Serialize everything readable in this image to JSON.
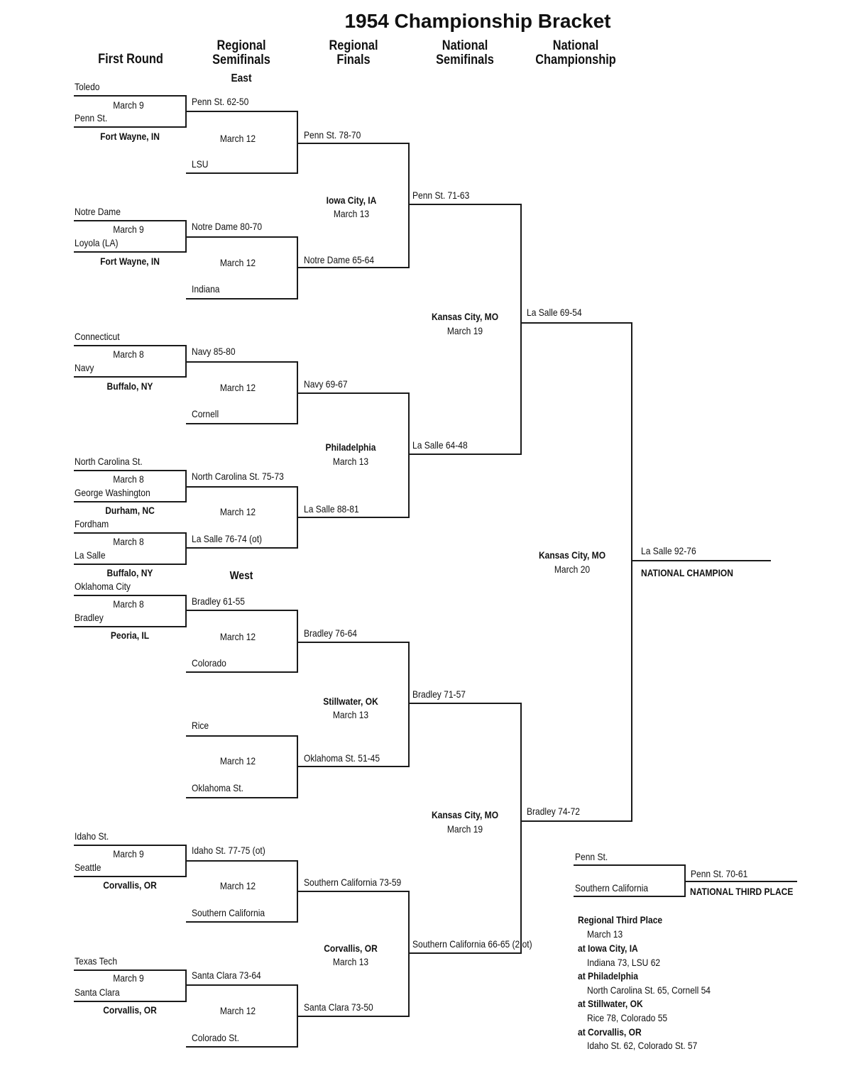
{
  "title": "1954 Championship Bracket",
  "headers": {
    "r1": "First Round",
    "r2a": "Regional",
    "r2b": "Semifinals",
    "r3a": "Regional",
    "r3b": "Finals",
    "r4a": "National",
    "r4b": "Semifinals",
    "r5a": "National",
    "r5b": "Championship"
  },
  "regions": {
    "east": "East",
    "west": "West"
  },
  "first_round": [
    {
      "top": "Toledo",
      "bottom": "Penn St.",
      "date": "March 9",
      "site": "Fort Wayne, IN"
    },
    {
      "top": "Notre Dame",
      "bottom": "Loyola (LA)",
      "date": "March 9",
      "site": "Fort Wayne, IN"
    },
    {
      "top": "Connecticut",
      "bottom": "Navy",
      "date": "March 8",
      "site": "Buffalo, NY"
    },
    {
      "top": "North Carolina St.",
      "bottom": "George Washington",
      "date": "March 8",
      "site": "Durham, NC"
    },
    {
      "top": "Fordham",
      "bottom": "La Salle",
      "date": "March 8",
      "site": "Buffalo, NY"
    },
    {
      "top": "Oklahoma City",
      "bottom": "Bradley",
      "date": "March 8",
      "site": "Peoria, IL"
    },
    {
      "top": "Idaho St.",
      "bottom": "Seattle",
      "date": "March 9",
      "site": "Corvallis, OR"
    },
    {
      "top": "Texas Tech",
      "bottom": "Santa Clara",
      "date": "March 9",
      "site": "Corvallis, OR"
    }
  ],
  "regional_semis": [
    {
      "top": "Penn St. 62-50",
      "bottom": "LSU",
      "date": "March 12"
    },
    {
      "top": "Notre Dame 80-70",
      "bottom": "Indiana",
      "date": "March 12"
    },
    {
      "top": "Navy 85-80",
      "bottom": "Cornell",
      "date": "March 12"
    },
    {
      "top": "North Carolina St. 75-73",
      "bottom": "La Salle 76-74 (ot)",
      "date": "March 12"
    },
    {
      "top": "Bradley 61-55",
      "bottom": "Colorado",
      "date": "March 12"
    },
    {
      "top": "Rice",
      "bottom": "Oklahoma St.",
      "date": "March 12"
    },
    {
      "top": "Idaho St. 77-75 (ot)",
      "bottom": "Southern California",
      "date": "March 12"
    },
    {
      "top": "Santa Clara 73-64",
      "bottom": "Colorado St.",
      "date": "March 12"
    }
  ],
  "regional_finals": [
    {
      "top": "Penn St. 78-70",
      "bottom": "Notre Dame 65-64",
      "site": "Iowa City, IA",
      "date": "March 13"
    },
    {
      "top": "Navy 69-67",
      "bottom": "La Salle 88-81",
      "site": "Philadelphia",
      "date": "March 13"
    },
    {
      "top": "Bradley 76-64",
      "bottom": "Oklahoma St. 51-45",
      "site": "Stillwater, OK",
      "date": "March 13"
    },
    {
      "top": "Southern California 73-59",
      "bottom": "Santa Clara 73-50",
      "site": "Corvallis, OR",
      "date": "March 13"
    }
  ],
  "national_semis": [
    {
      "top": "Penn St. 71-63",
      "bottom": "La Salle 64-48",
      "site": "Kansas City, MO",
      "date": "March 19"
    },
    {
      "top": "Bradley 71-57",
      "bottom": "Southern California 66-65 (2 ot)",
      "site": "Kansas City, MO",
      "date": "March 19"
    }
  ],
  "championship": {
    "top": "La Salle 69-54",
    "bottom": "Bradley 74-72",
    "site": "Kansas City, MO",
    "date": "March 20",
    "winner": "La Salle 92-76",
    "winner_label": "NATIONAL CHAMPION"
  },
  "third_place": {
    "top": "Penn St.",
    "bottom": "Southern California",
    "winner": "Penn St. 70-61",
    "winner_label": "NATIONAL THIRD PLACE"
  },
  "regional_third": {
    "heading": "Regional Third Place",
    "date": "March 13",
    "games": [
      {
        "site": "at Iowa City, IA",
        "result": "Indiana 73, LSU 62"
      },
      {
        "site": "at Philadelphia",
        "result": "North Carolina St. 65, Cornell 54"
      },
      {
        "site": "at Stillwater, OK",
        "result": "Rice 78, Colorado 55"
      },
      {
        "site": "at Corvallis, OR",
        "result": "Idaho St. 62, Colorado St. 57"
      }
    ]
  }
}
